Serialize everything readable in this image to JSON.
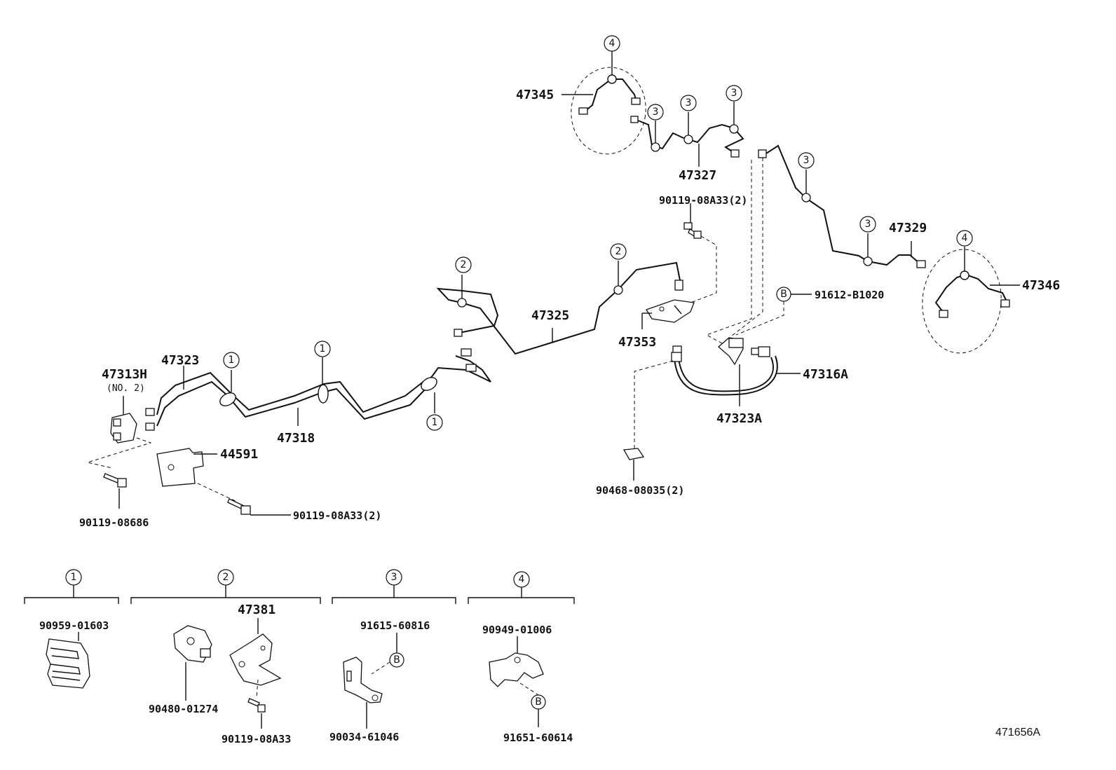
{
  "callouts": {
    "c1": "1",
    "c2": "2",
    "c3": "3",
    "c4": "4",
    "b": "B"
  },
  "parts": {
    "p47345": "47345",
    "p47327": "47327",
    "p90119_08A33_2_top": "90119-08A33(2)",
    "p47329": "47329",
    "p47346": "47346",
    "p91612": "91612-B1020",
    "p47325": "47325",
    "p47353": "47353",
    "p47316A": "47316A",
    "p47323A": "47323A",
    "p47313H": "47313H",
    "p47313H_sub": "(NO. 2)",
    "p47323": "47323",
    "p47318": "47318",
    "p44591": "44591",
    "p90119_08686": "90119-08686",
    "p90119_08A33_2_bottom": "90119-08A33(2)",
    "p90468": "90468-08035(2)"
  },
  "legend": {
    "g1_part": "90959-01603",
    "g2_title": "47381",
    "g2_part_a": "90480-01274",
    "g2_part_b": "90119-08A33",
    "g3_part_a": "91615-60816",
    "g3_part_b": "90034-61046",
    "g4_part_a": "90949-01006",
    "g4_part_b": "91651-60614"
  },
  "figure_ref": "471656A"
}
